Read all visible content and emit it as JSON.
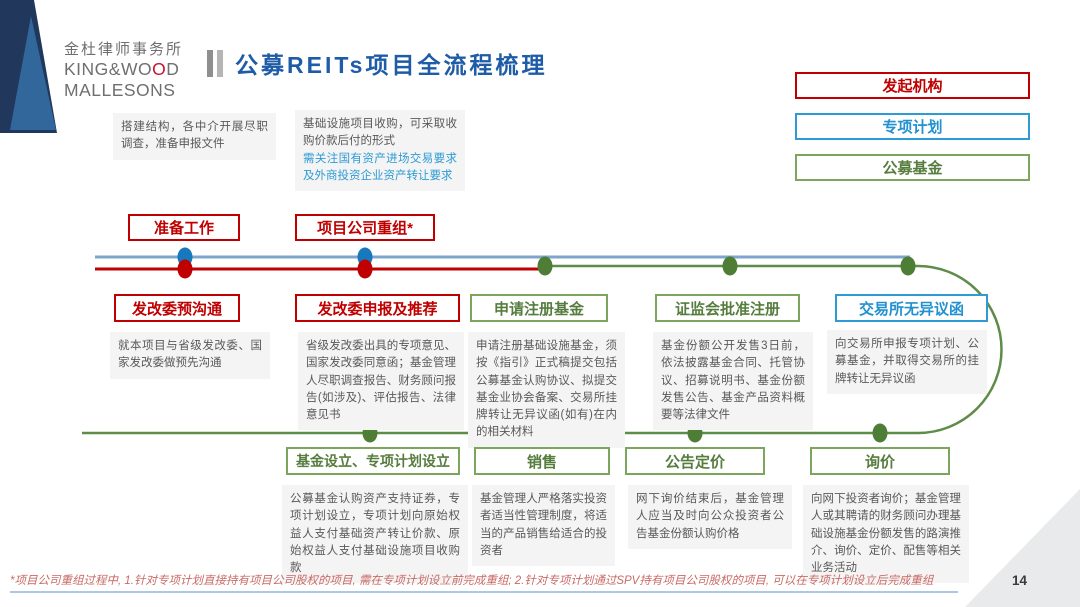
{
  "header": {
    "logo_cn": "金杜律师事务所",
    "logo_en_a": "KING&WO",
    "logo_en_o": "O",
    "logo_en_b": "D",
    "logo_en2": "MALLESONS",
    "title": "公募REITs项目全流程梳理"
  },
  "legend": {
    "sponsor": "发起机构",
    "abs_plan": "专项计划",
    "public_fund": "公募基金"
  },
  "stages": {
    "prep": {
      "label": "准备工作",
      "note": "搭建结构，各中介开展尽职调查，准备申报文件"
    },
    "restructure": {
      "label": "项目公司重组*",
      "note": "基础设施项目收购，可采取收购价款后付的形式",
      "note_highlight": "需关注国有资产进场交易要求及外商投资企业资产转让要求"
    },
    "ndrc_pre": {
      "label": "发改委预沟通",
      "note": "就本项目与省级发改委、国家发改委做预先沟通"
    },
    "ndrc_file": {
      "label": "发改委申报及推荐",
      "note": "省级发改委出具的专项意见、国家发改委同意函；基金管理人尽职调查报告、财务顾问报告(如涉及)、评估报告、法律意见书"
    },
    "fund_reg": {
      "label": "申请注册基金",
      "note": "申请注册基础设施基金，须按《指引》正式稿提交包括公募基金认购协议、拟提交基金业协会备案、交易所挂牌转让无异议函(如有)在内的相关材料"
    },
    "csrc": {
      "label": "证监会批准注册",
      "note": "基金份额公开发售3日前，依法披露基金合同、托管协议、招募说明书、基金份额发售公告、基金产品资料概要等法律文件"
    },
    "exchange": {
      "label": "交易所无异议函",
      "note": "向交易所申报专项计划、公募基金，并取得交易所的挂牌转让无异议函"
    },
    "fund_setup": {
      "label": "基金设立、专项计划设立",
      "note": "公募基金认购资产支持证券，专项计划设立，专项计划向原始权益人支付基础资产转让价款、原始权益人支付基础设施项目收购款"
    },
    "sale": {
      "label": "销售",
      "note": "基金管理人严格落实投资者适当性管理制度，将适当的产品销售给适合的投资者"
    },
    "pricing_notice": {
      "label": "公告定价",
      "note": "网下询价结束后，基金管理人应当及时向公众投资者公告基金份额认购价格"
    },
    "inquiry": {
      "label": "询价",
      "note": "向网下投资者询价；基金管理人或其聘请的财务顾问办理基础设施基金份额发售的路演推介、询价、定价、配售等相关业务活动"
    }
  },
  "footer": {
    "footnote": "*项目公司重组过程中, 1.针对专项计划直接持有项目公司股权的项目, 需在专项计划设立前完成重组; 2.针对专项计划通过SPV持有项目公司股权的项目, 可以在专项计划设立后完成重组",
    "page_number": "14"
  },
  "colors": {
    "sponsor_red": "#C00000",
    "plan_blue": "#2E9BD5",
    "fund_green": "#7CA65C",
    "title_blue": "#1F5CA8",
    "line_blue": "#7EA6CD",
    "line_green": "#5F8C49",
    "note_bg": "#F4F4F4",
    "note_text": "#595959",
    "footnote_red": "#C96A66"
  }
}
